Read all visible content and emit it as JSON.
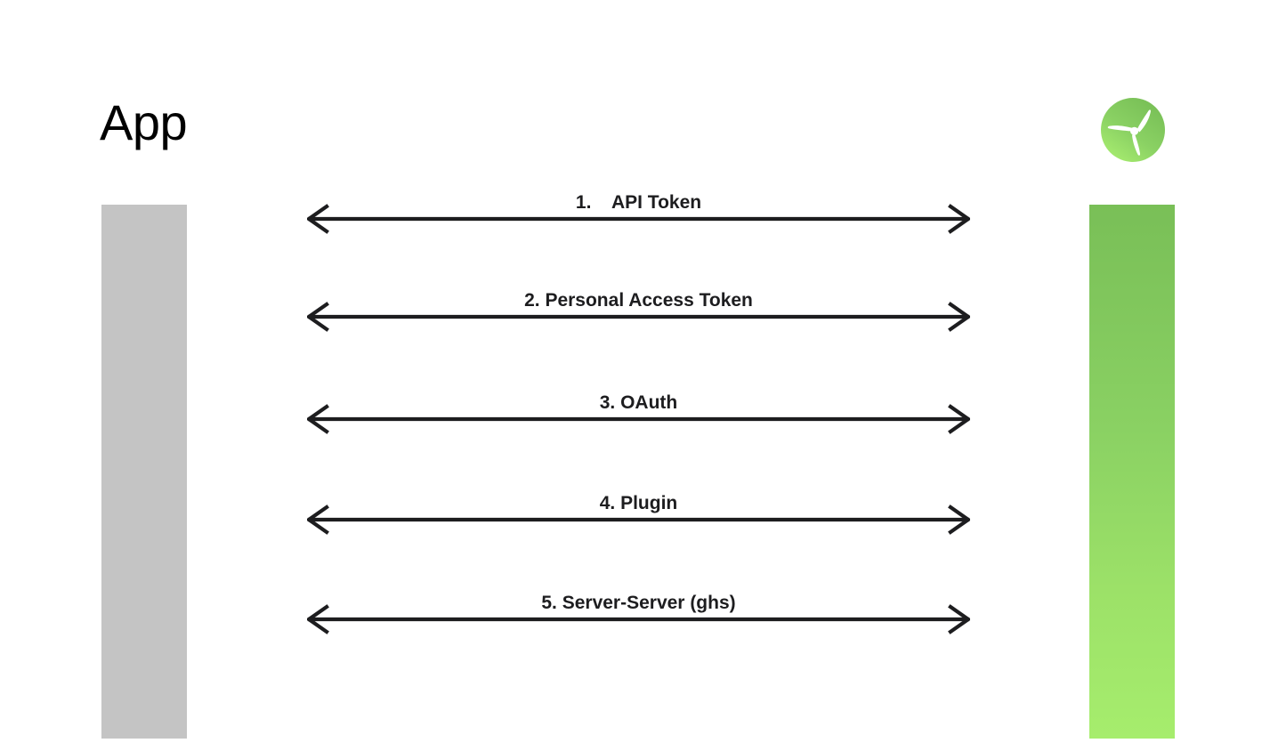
{
  "diagram": {
    "type": "sequence-diagram",
    "background_color": "#ffffff",
    "left_actor": {
      "title": "App",
      "lifeline_color": "#c4c4c4"
    },
    "right_actor": {
      "logo_icon": "propeller-logo-icon",
      "logo_circle_color_top": "#7dbf5b",
      "logo_circle_color_bottom": "#a6ed6d",
      "logo_blade_color": "#ffffff",
      "lifeline_gradient_top": "#79bf57",
      "lifeline_gradient_bottom": "#a6ed6d"
    },
    "messages": [
      {
        "number": "1.",
        "label": "1.    API Token",
        "name": "api-token",
        "arrow_icon": "double-headed-arrow-icon",
        "direction": "bidirectional",
        "color": "#1d1d1f"
      },
      {
        "number": "2.",
        "label": "2. Personal Access Token",
        "name": "personal-access-token",
        "arrow_icon": "double-headed-arrow-icon",
        "direction": "bidirectional",
        "color": "#1d1d1f"
      },
      {
        "number": "3.",
        "label": "3. OAuth",
        "name": "oauth",
        "arrow_icon": "double-headed-arrow-icon",
        "direction": "bidirectional",
        "color": "#1d1d1f"
      },
      {
        "number": "4.",
        "label": "4. Plugin",
        "name": "plugin",
        "arrow_icon": "double-headed-arrow-icon",
        "direction": "bidirectional",
        "color": "#1d1d1f"
      },
      {
        "number": "5.",
        "label": "5. Server-Server (ghs)",
        "name": "server-server-ghs",
        "arrow_icon": "double-headed-arrow-icon",
        "direction": "bidirectional",
        "color": "#1d1d1f"
      }
    ]
  }
}
